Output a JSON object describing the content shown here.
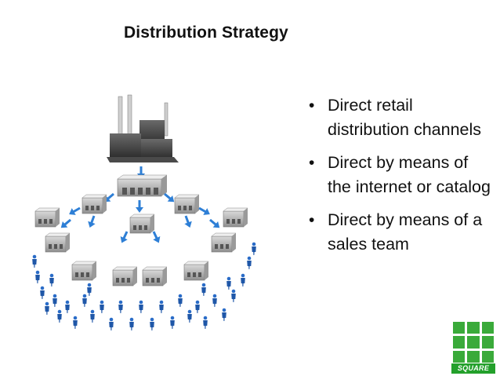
{
  "slide": {
    "title": "Distribution Strategy",
    "bullets": [
      "Direct retail distribution channels",
      "Direct by means of the internet or catalog",
      "Direct by means of a sales team"
    ],
    "bullet_symbol": "•"
  },
  "logo": {
    "text": "SQUARE",
    "color": "#3aaa3a"
  },
  "illustration": {
    "icons": [
      "factory-icon",
      "warehouse-icon",
      "store-icon",
      "arrow-icon",
      "person-icon"
    ],
    "colors": {
      "arrow": "#2e7fd6",
      "person": "#1f5fb8",
      "building": "#c9c9c9"
    }
  }
}
